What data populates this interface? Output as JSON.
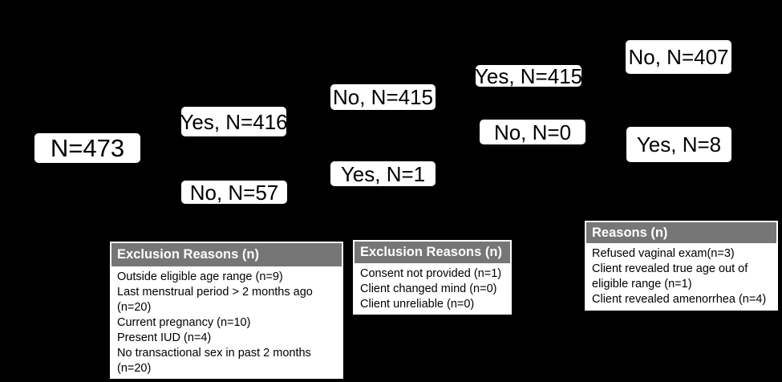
{
  "diagram": {
    "boxes": {
      "n473": "N=473",
      "yes416": "Yes, N=416",
      "no57": "No, N=57",
      "no415": "No, N=415",
      "yes1": "Yes, N=1",
      "yes415": "Yes, N=415",
      "no0": "No, N=0",
      "no407": "No, N=407",
      "yes8": "Yes, N=8"
    },
    "panels": {
      "left": {
        "header": "Exclusion Reasons (n)",
        "rows": [
          "Outside eligible age range (n=9)",
          "Last menstrual period > 2 months ago (n=20)",
          "Current pregnancy (n=10)",
          "Present IUD (n=4)",
          "No transactional sex in past 2 months (n=20)"
        ]
      },
      "middle": {
        "header": "Exclusion Reasons (n)",
        "rows": [
          "Consent not provided (n=1)",
          "Client changed mind (n=0)",
          "Client unreliable (n=0)"
        ]
      },
      "right": {
        "header": "Reasons (n)",
        "rows": [
          "Refused vaginal exam(n=3)",
          "Client revealed true age out of eligible range (n=1)",
          "Client revealed amenorrhea (n=4)"
        ]
      }
    },
    "colors": {
      "background": "#000000",
      "node_fill": "#ffffff",
      "node_text": "#000000",
      "panel_header_bg": "#767676",
      "panel_header_text": "#ffffff",
      "panel_body_bg": "#ffffff",
      "panel_body_text": "#000000"
    }
  }
}
